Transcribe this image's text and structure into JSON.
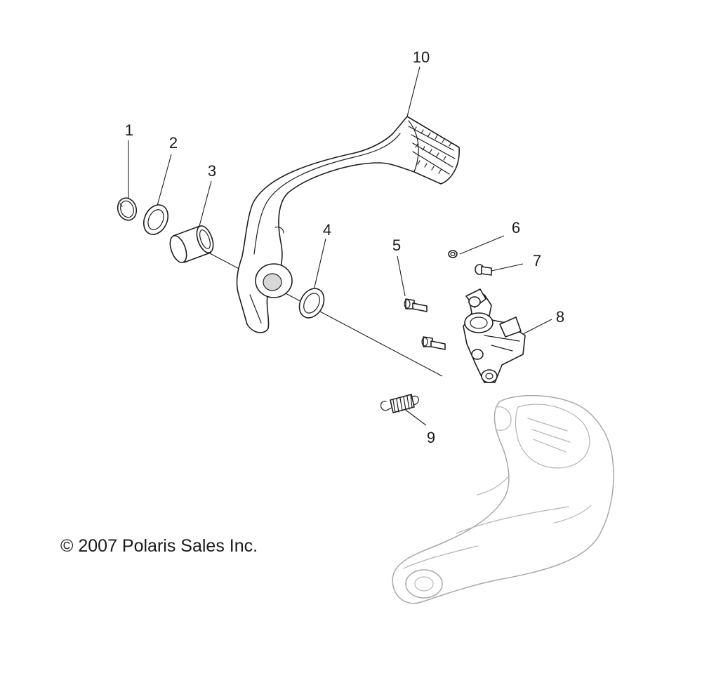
{
  "diagram": {
    "callouts": [
      "1",
      "2",
      "3",
      "4",
      "5",
      "6",
      "7",
      "8",
      "9",
      "10"
    ],
    "copyright": "© 2007 Polaris Sales Inc."
  }
}
